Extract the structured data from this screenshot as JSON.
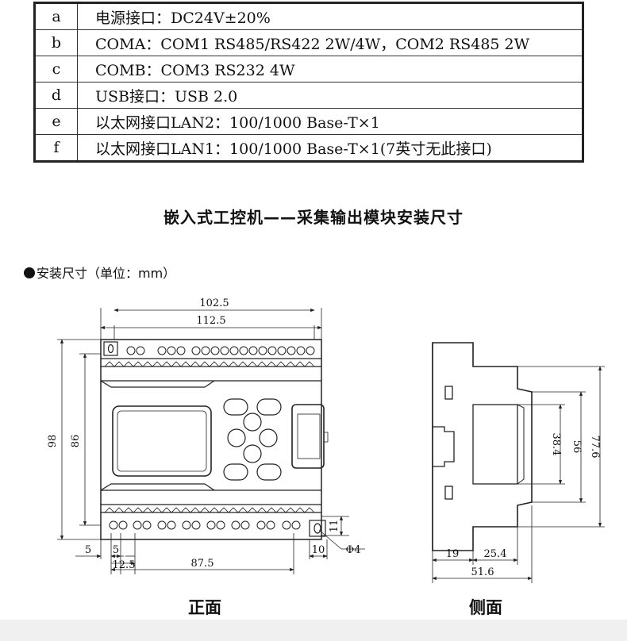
{
  "spec_table": {
    "rows": [
      {
        "key": "a",
        "value": "电源接口：DC24V±20%"
      },
      {
        "key": "b",
        "value": "COMA：COM1 RS485/RS422 2W/4W，COM2 RS485 2W"
      },
      {
        "key": "c",
        "value": "COMB：COM3 RS232 4W"
      },
      {
        "key": "d",
        "value": "USB接口：USB 2.0"
      },
      {
        "key": "e",
        "value": "以太网接口LAN2：100/1000 Base-T×1"
      },
      {
        "key": "f",
        "value": "以太网接口LAN1：100/1000 Base-T×1(7英寸无此接口)"
      }
    ]
  },
  "title": "嵌入式工控机——采集输出模块安装尺寸",
  "subtitle": "安装尺寸（单位：mm）",
  "front_view": {
    "caption": "正面",
    "dims": {
      "w_inner": "102.5",
      "w_outer": "112.5",
      "h_outer": "98",
      "h_inner": "86",
      "left_5a": "5",
      "left_5b": "5",
      "pitch": "12.5",
      "span": "87.5",
      "right_10": "10",
      "right_11": "11",
      "hole": "Φ4"
    }
  },
  "side_view": {
    "caption": "侧面",
    "dims": {
      "h_38_4": "38.4",
      "h_56": "56",
      "h_77_6": "77.6",
      "d_19": "19",
      "d_25_4": "25.4",
      "d_51_6": "51.6"
    }
  }
}
